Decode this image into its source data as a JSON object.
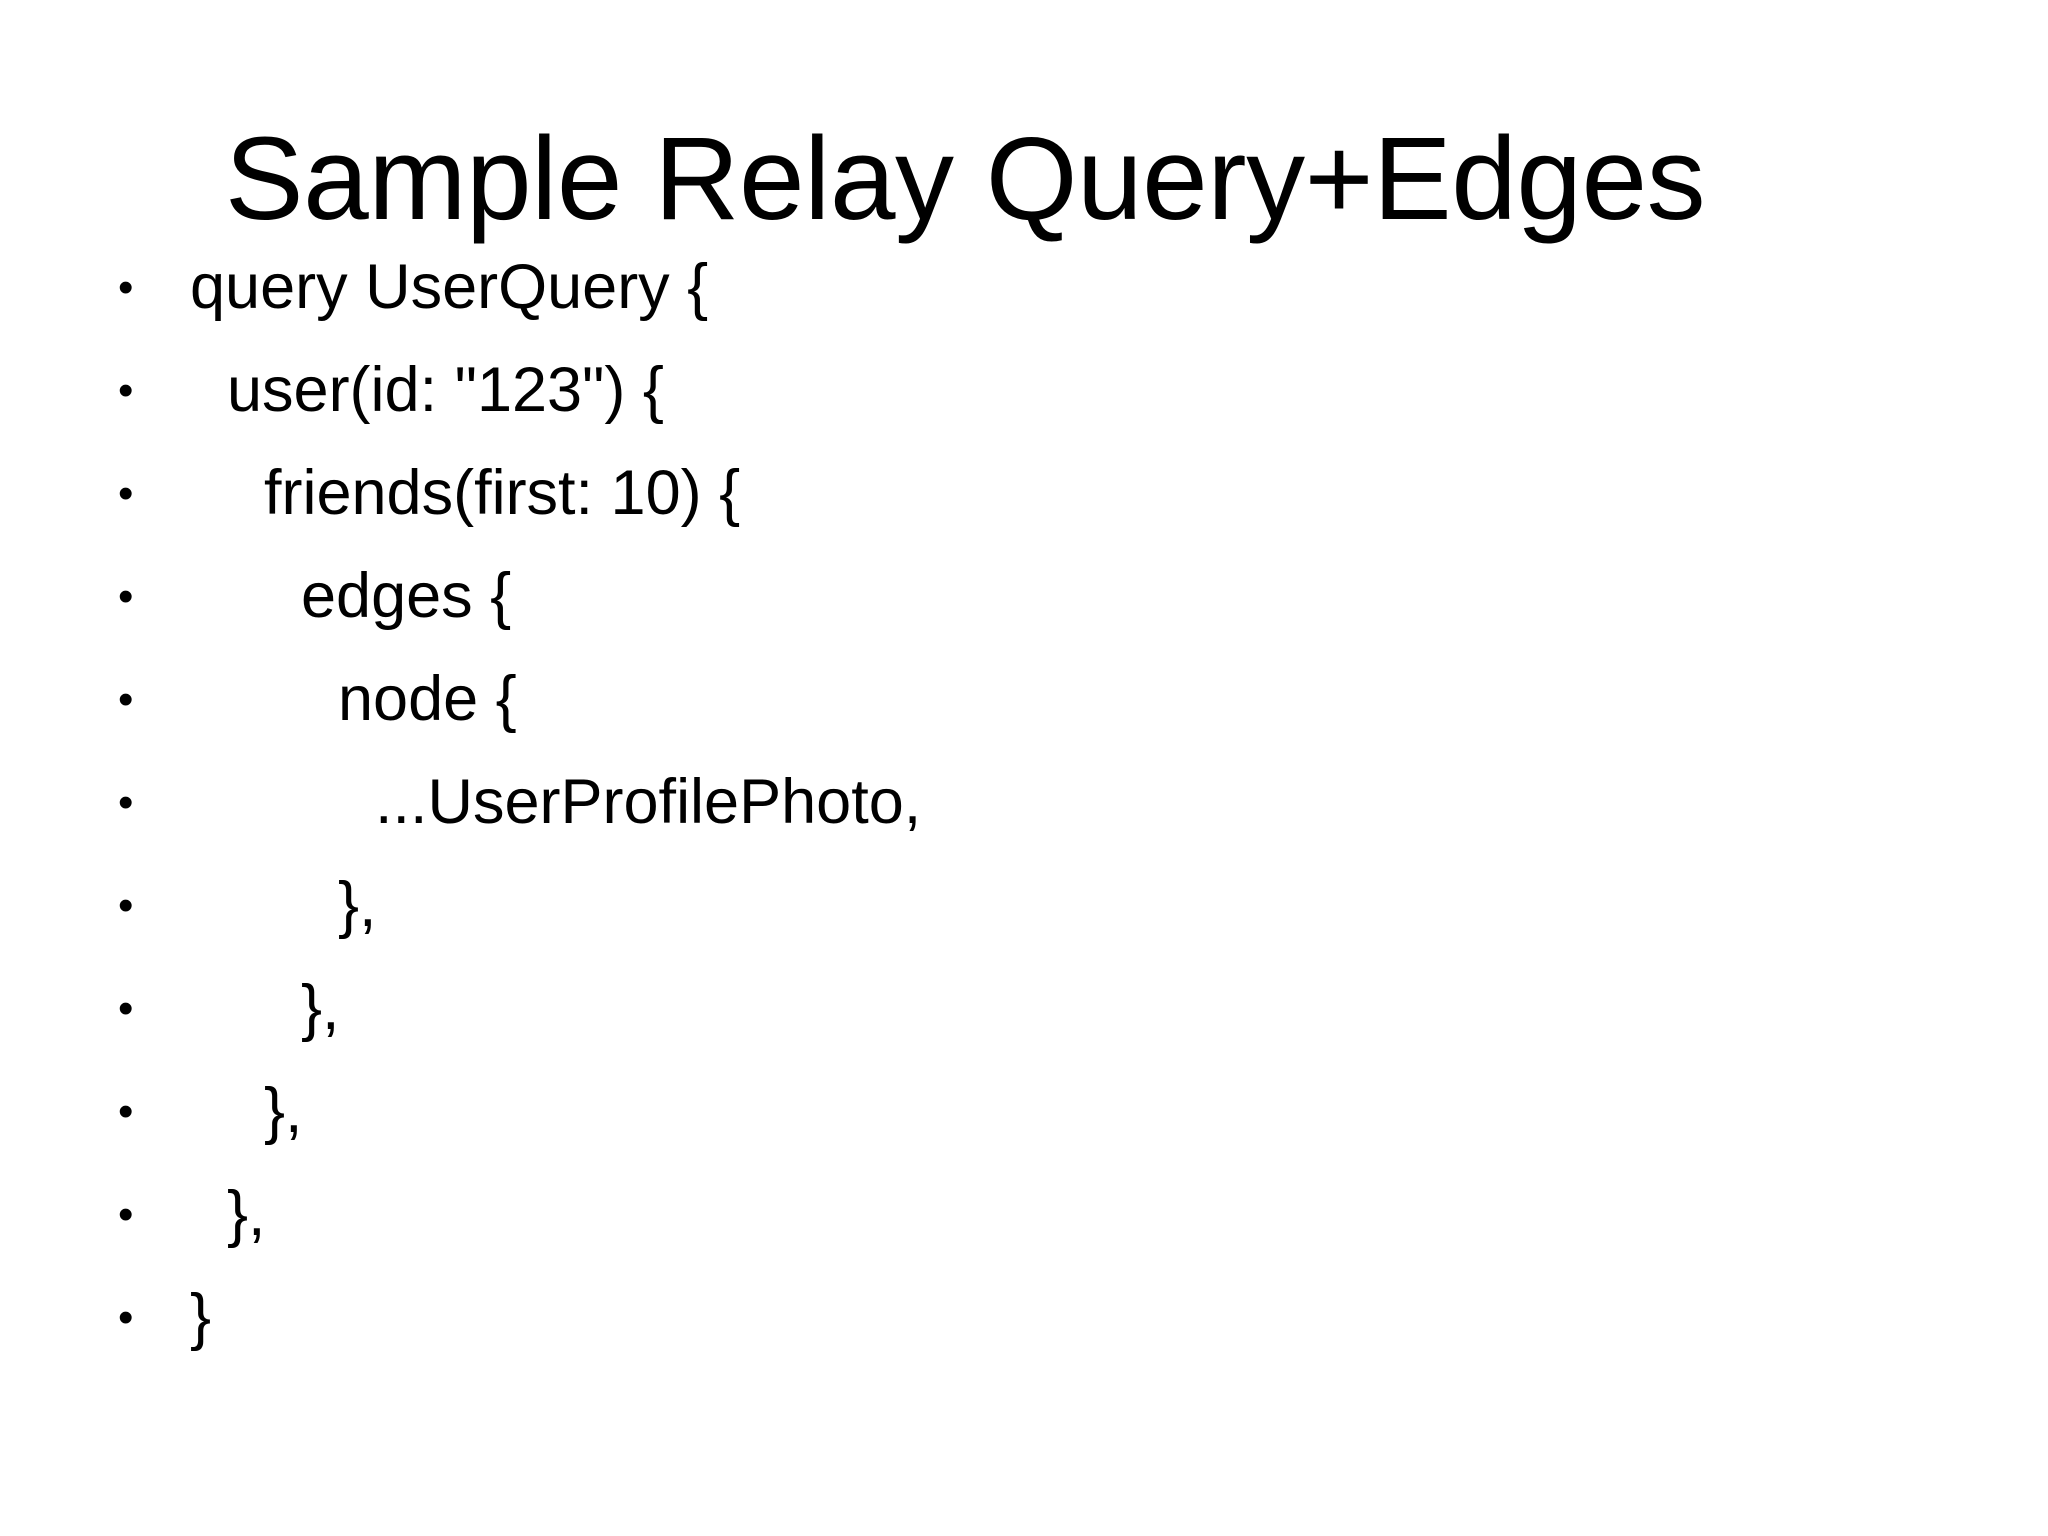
{
  "slide": {
    "title": "Sample Relay Query+Edges",
    "background_color": "#ffffff",
    "text_color": "#000000",
    "bullet_glyph": "•",
    "lines": [
      {
        "text": "query UserQuery {",
        "indent": 0
      },
      {
        "text": "user(id: \"123\") {",
        "indent": 1
      },
      {
        "text": "friends(first: 10) {",
        "indent": 2
      },
      {
        "text": "edges {",
        "indent": 3
      },
      {
        "text": "node {",
        "indent": 4
      },
      {
        "text": "...UserProfilePhoto,",
        "indent": 5
      },
      {
        "text": "},",
        "indent": 4
      },
      {
        "text": "},",
        "indent": 3
      },
      {
        "text": "},",
        "indent": 2
      },
      {
        "text": "},",
        "indent": 1
      },
      {
        "text": "}",
        "indent": 0
      }
    ]
  }
}
